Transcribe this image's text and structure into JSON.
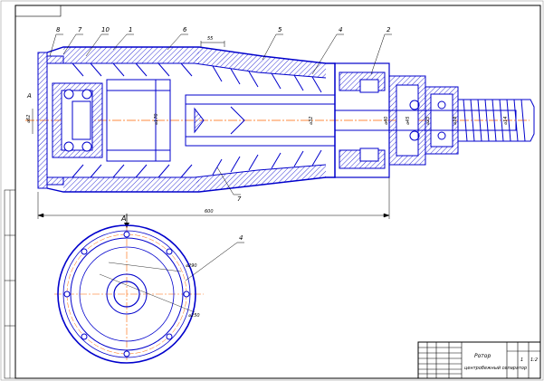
{
  "callouts": [
    "8",
    "7",
    "10",
    "1",
    "6",
    "5",
    "4",
    "2",
    "7",
    "4"
  ],
  "dims": {
    "overall_length": "600",
    "bore_left": "⌀62",
    "bore_mid": "⌀170",
    "bore_right": "⌀32",
    "bearing_1": "⌀40",
    "bearing_2": "⌀45",
    "bearing_3": "⌀25",
    "bearing_4": "⌀18",
    "bearing_5": "⌀14",
    "pitch_circle": "⌀250",
    "outer_circle": "⌀290",
    "left_mark": "А",
    "gap": "55"
  },
  "section_mark": "А",
  "title_block": {
    "title_line1": "Ротор",
    "title_line2": "центробежный сепаратор",
    "sheet": "1",
    "scale": "1:2"
  },
  "colors": {
    "outline": "#0000cc",
    "hatch": "#0000cc",
    "axis": "#ff6600",
    "dim": "#000000",
    "frame": "#000000"
  }
}
